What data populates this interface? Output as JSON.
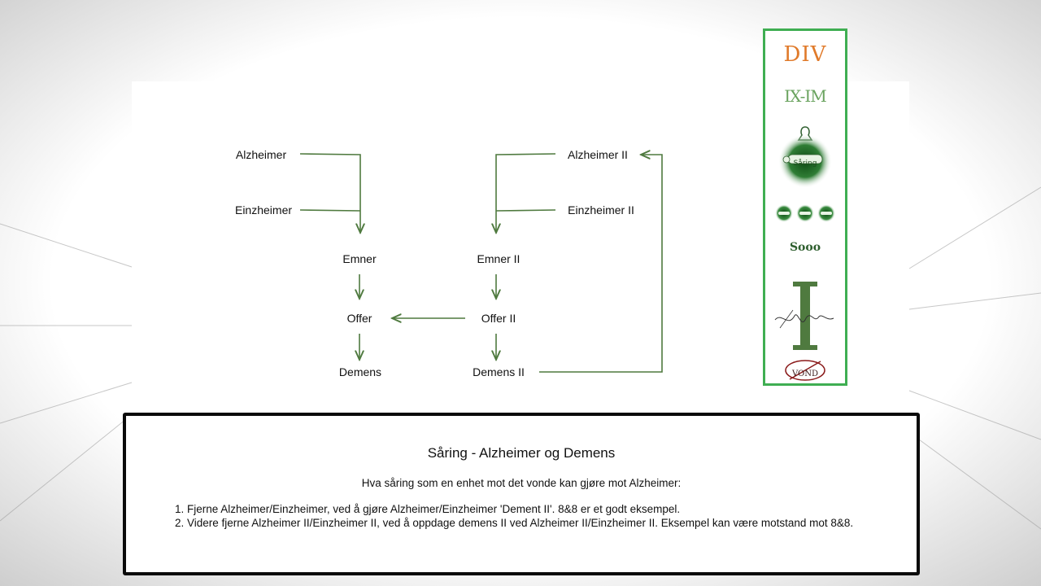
{
  "diagram": {
    "nodes": {
      "alzheimer": "Alzheimer",
      "einzheimer": "Einzheimer",
      "emner": "Emner",
      "offer": "Offer",
      "demens": "Demens",
      "alzheimer2": "Alzheimer II",
      "einzheimer2": "Einzheimer II",
      "emner2": "Emner II",
      "offer2": "Offer II",
      "demens2": "Demens II"
    },
    "arrow_color": "#4f7a3f"
  },
  "sidebar": {
    "border_color": "#3fae52",
    "logo_div": "DIV",
    "logo_ix": "IX-IM",
    "badge_text": "Såring",
    "text_sooo": "Sooo",
    "stamp_text": "VOND"
  },
  "info_box": {
    "title": "Såring - Alzheimer og Demens",
    "subtitle": "Hva såring som en enhet mot det vonde kan gjøre mot Alzheimer:",
    "items": [
      "Fjerne Alzheimer/Einzheimer, ved å gjøre Alzheimer/Einzheimer 'Dement II'. 8&8 er et godt eksempel.",
      "Videre fjerne Alzheimer II/Einzheimer II, ved å oppdage demens II ved Alzheimer II/Einzheimer II. Eksempel kan være motstand mot 8&8."
    ]
  }
}
